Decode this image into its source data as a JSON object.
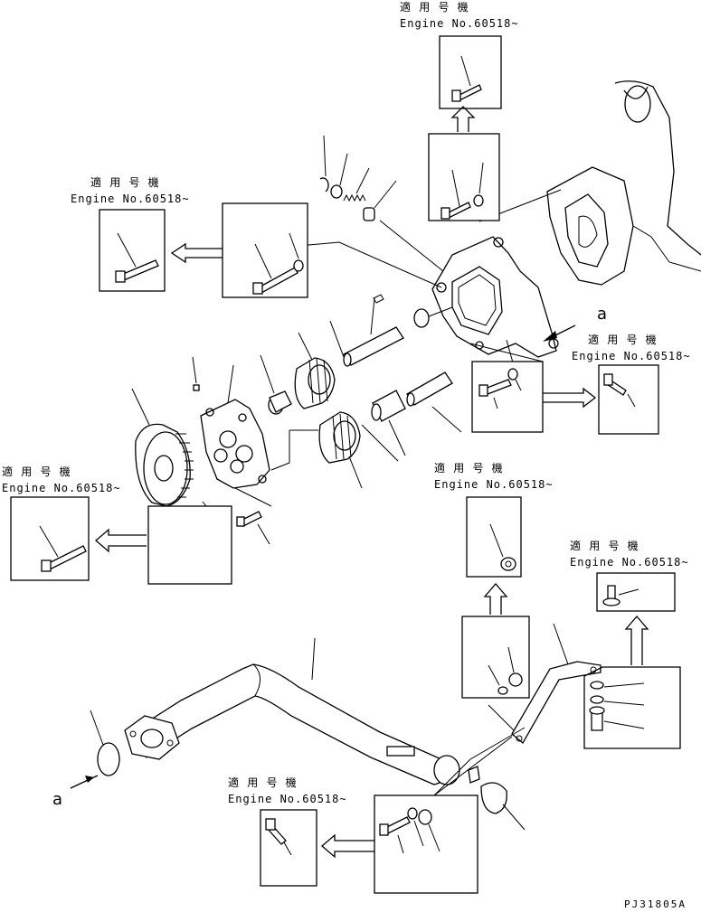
{
  "applicability_labels": [
    {
      "jp": "適 用 号 機",
      "en": "Engine No.60518~"
    },
    {
      "jp": "適 用 号 機",
      "en": "Engine No.60518~"
    },
    {
      "jp": "適 用 号 機",
      "en": "Engine No.60518~"
    },
    {
      "jp": "適 用 号 機",
      "en": "Engine No.60518~"
    },
    {
      "jp": "適 用 号 機",
      "en": "Engine No.60518~"
    },
    {
      "jp": "適 用 号 機",
      "en": "Engine No.60518~"
    },
    {
      "jp": "適 用 号 機",
      "en": "Engine No.60518~"
    }
  ],
  "ref_marks": {
    "upper": "a",
    "lower": "a"
  },
  "drawing_code": "PJ31805A"
}
